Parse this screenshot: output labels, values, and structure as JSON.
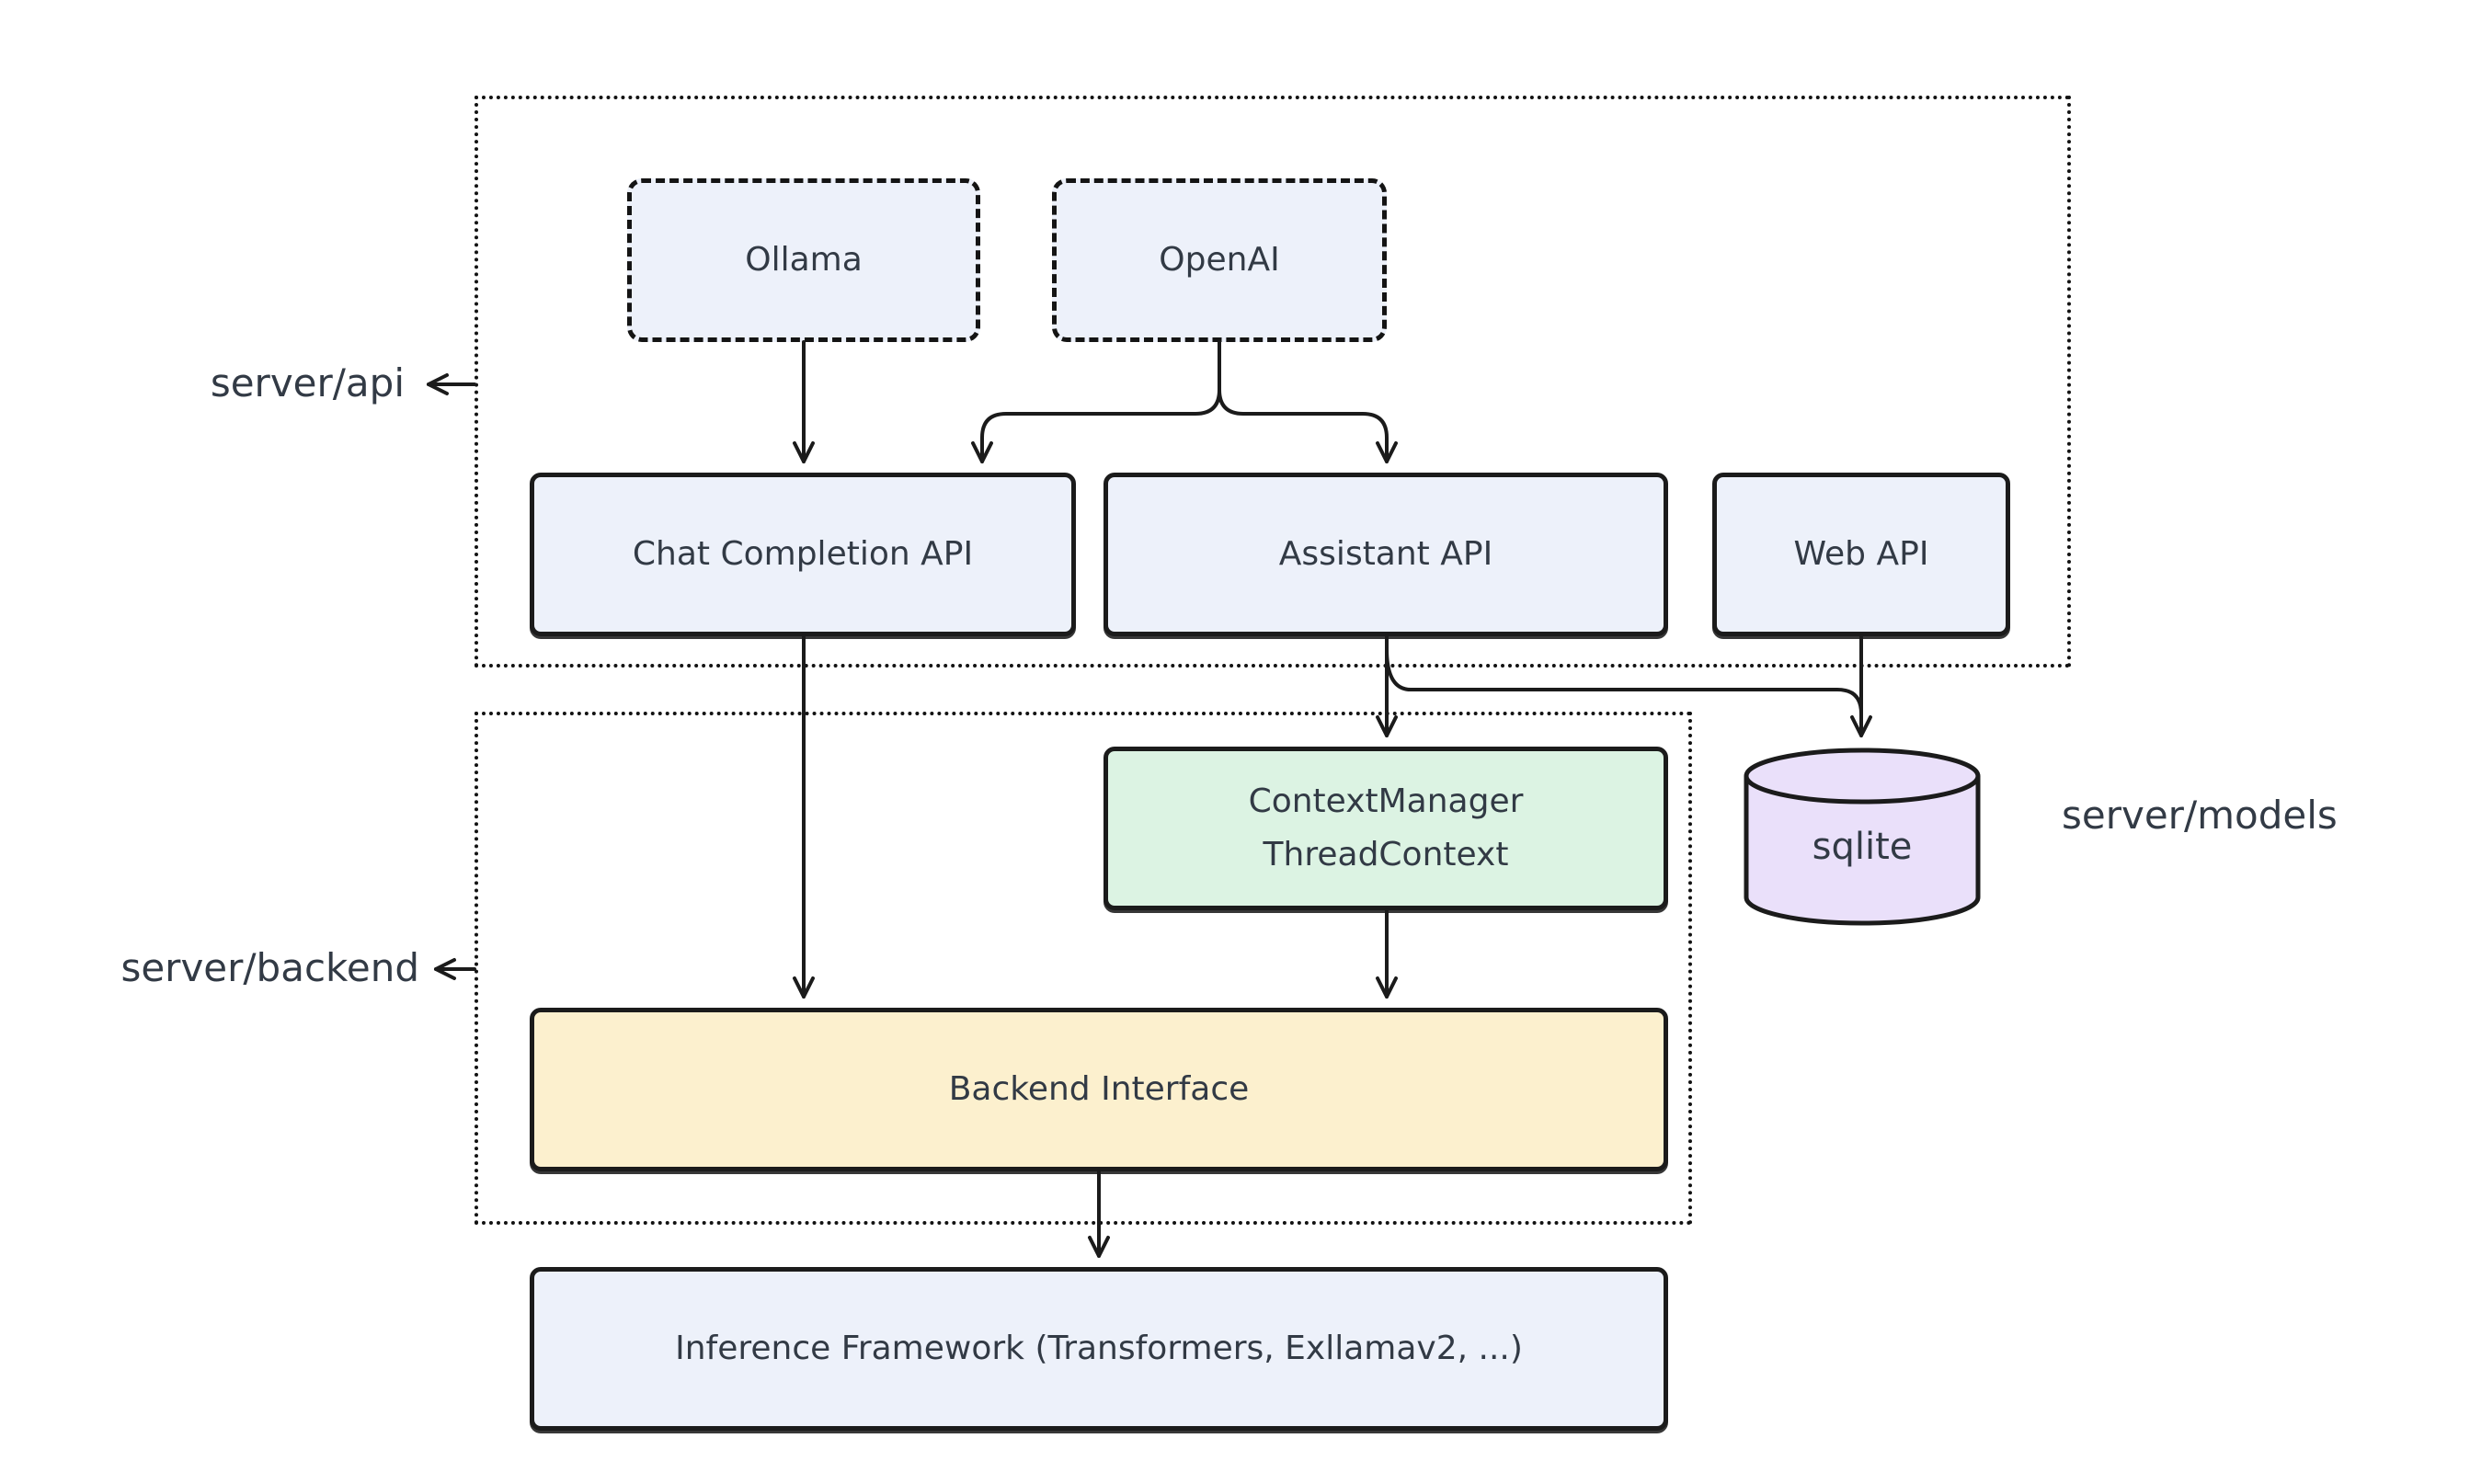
{
  "colors": {
    "node_blue": "#edf1fa",
    "node_green": "#dcf3e3",
    "node_yellow": "#fcf0ce",
    "node_purple": "#eae0fa",
    "stroke": "#1b1b1b",
    "text": "#323a45",
    "background": "#ffffff"
  },
  "labels": {
    "server_api": "server/api",
    "server_backend": "server/backend",
    "server_models": "server/models"
  },
  "nodes": {
    "ollama": {
      "label": "Ollama",
      "style": "dashed-blue"
    },
    "openai": {
      "label": "OpenAI",
      "style": "dashed-blue"
    },
    "chat_completion_api": {
      "label": "Chat Completion API",
      "style": "solid-blue"
    },
    "assistant_api": {
      "label": "Assistant API",
      "style": "solid-blue"
    },
    "web_api": {
      "label": "Web API",
      "style": "solid-blue"
    },
    "context_manager": {
      "label_line1": "ContextManager",
      "label_line2": "ThreadContext",
      "style": "solid-green"
    },
    "sqlite": {
      "label": "sqlite",
      "style": "cylinder-purple"
    },
    "backend_interface": {
      "label": "Backend Interface",
      "style": "solid-yellow"
    },
    "inference_framework": {
      "label": "Inference Framework (Transformers, Exllamav2, ...)",
      "style": "solid-blue"
    }
  },
  "groups": [
    {
      "label": "server/api",
      "members": [
        "Ollama",
        "OpenAI",
        "Chat Completion API",
        "Assistant API",
        "Web API"
      ]
    },
    {
      "label": "server/backend",
      "members": [
        "ContextManager ThreadContext",
        "Backend Interface"
      ]
    },
    {
      "label": "server/models",
      "members": [
        "sqlite"
      ]
    }
  ],
  "edges": [
    {
      "from": "Ollama",
      "to": "Chat Completion API"
    },
    {
      "from": "OpenAI",
      "to": "Chat Completion API"
    },
    {
      "from": "OpenAI",
      "to": "Assistant API"
    },
    {
      "from": "Chat Completion API",
      "to": "Backend Interface"
    },
    {
      "from": "Assistant API",
      "to": "ContextManager ThreadContext"
    },
    {
      "from": "Assistant API",
      "to": "sqlite"
    },
    {
      "from": "Web API",
      "to": "sqlite"
    },
    {
      "from": "ContextManager ThreadContext",
      "to": "Backend Interface"
    },
    {
      "from": "Backend Interface",
      "to": "Inference Framework (Transformers, Exllamav2, ...)"
    }
  ]
}
